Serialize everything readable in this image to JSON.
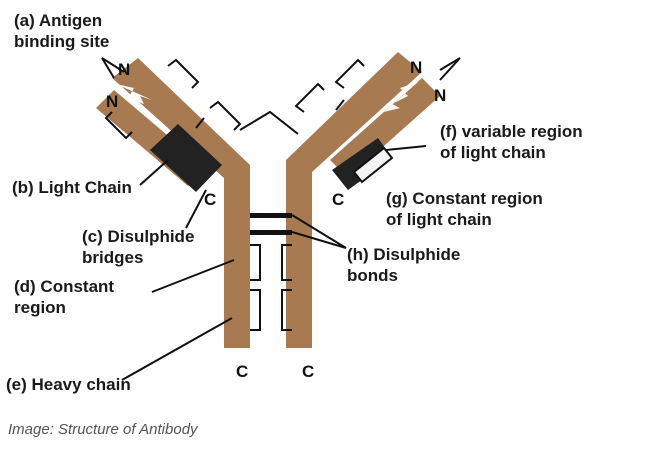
{
  "colors": {
    "heavy_chain": "#a87a51",
    "light_chain_constant": "#222222",
    "line": "#111111",
    "label_text": "#1a1a1a",
    "caption_text": "#555555"
  },
  "labels": {
    "a": [
      "(a) Antigen",
      "binding site"
    ],
    "b": [
      "(b) Light Chain"
    ],
    "c": [
      "(c) Disulphide",
      "bridges"
    ],
    "d": [
      "(d) Constant",
      "region"
    ],
    "e": [
      "(e) Heavy chain"
    ],
    "f": [
      "(f) variable region",
      "of light chain"
    ],
    "g": [
      "(g) Constant region",
      "of light chain"
    ],
    "h": [
      "(h) Disulphide",
      "bonds"
    ]
  },
  "terminals": {
    "n_terminal": "N",
    "c_terminal": "C"
  },
  "caption": "Image: Structure of Antibody"
}
